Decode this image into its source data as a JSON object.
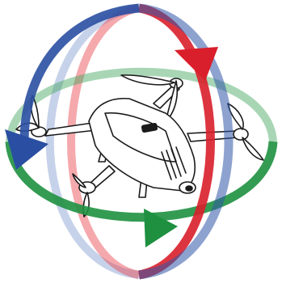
{
  "diagram": {
    "subject": "drone-icon",
    "rotation_rings": [
      {
        "axis": "roll",
        "color": "#2F56A8",
        "arrow_color": "#2A4FA2"
      },
      {
        "axis": "pitch",
        "color": "#E8404A",
        "arrow_color": "#D91F2B"
      },
      {
        "axis": "yaw",
        "color": "#3FA45A",
        "arrow_color": "#1E9040"
      }
    ],
    "drone_stroke_color": "#1A1A1A",
    "drone_fill_color": "#FFFFFF"
  }
}
